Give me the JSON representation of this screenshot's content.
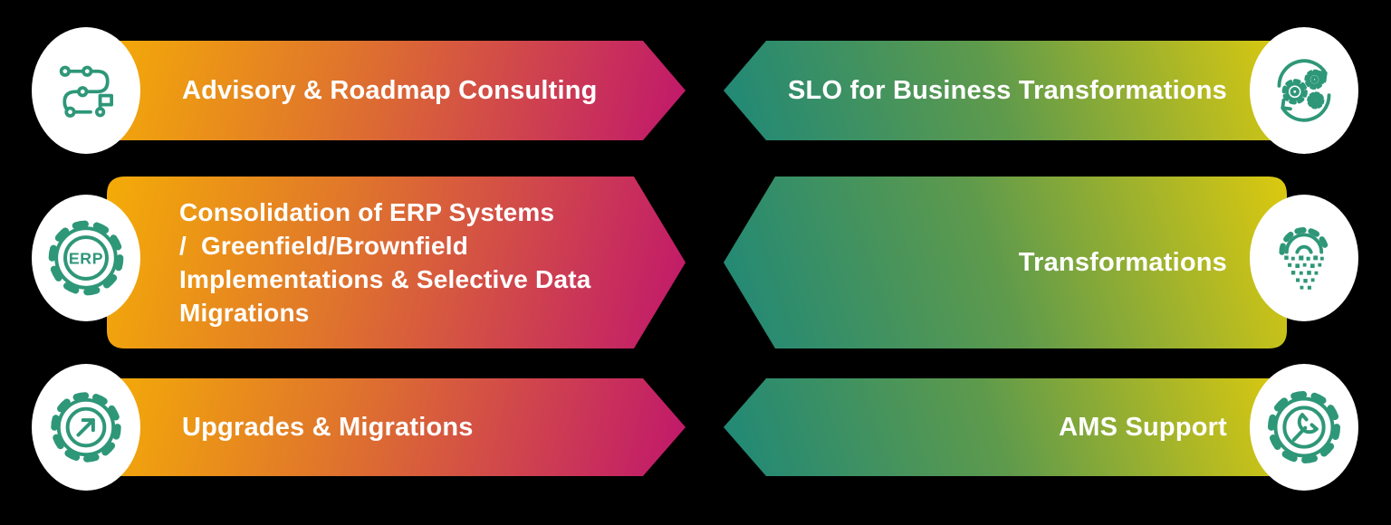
{
  "colors": {
    "background": "#000000",
    "text": "#FFFFFF",
    "icon_stroke": "#2E9778",
    "left_gradient_start": "#F4AC07",
    "left_gradient_mid": "#E0762B",
    "left_gradient_end": "#C0176C",
    "right_gradient_start": "#1E8878",
    "right_gradient_mid": "#5E9A4C",
    "right_gradient_end": "#DCC90F"
  },
  "left_column": {
    "items": [
      {
        "label": "Advisory & Roadmap Consulting",
        "icon": "roadmap-flag-icon"
      },
      {
        "lines": [
          "Consolidation of ERP Systems",
          "/  Greenfield/Brownfield",
          "Implementations & Selective Data",
          "Migrations"
        ],
        "icon": "erp-gear-icon",
        "icon_text": "ERP"
      },
      {
        "label": "Upgrades & Migrations",
        "icon": "gear-upgrade-arrow-icon"
      }
    ]
  },
  "right_column": {
    "items": [
      {
        "label": "SLO for Business Transformations",
        "icon": "gears-sync-cycle-icon"
      },
      {
        "label": "Transformations",
        "icon": "gear-dissolving-pixels-icon"
      },
      {
        "label": "AMS Support",
        "icon": "gear-wrench-icon"
      }
    ]
  }
}
